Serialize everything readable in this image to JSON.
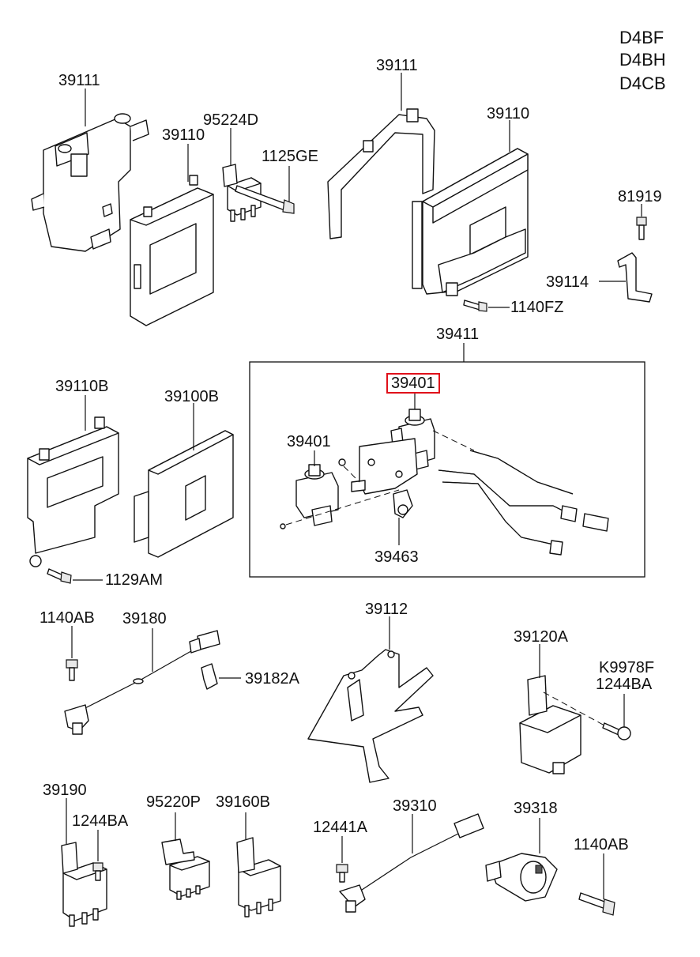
{
  "engine_codes": [
    "D4BF",
    "D4BH",
    "D4CB"
  ],
  "labels": {
    "p39111_left": "39111",
    "p39110_left": "39110",
    "p95224D": "95224D",
    "p1125GE": "1125GE",
    "p39111_right": "39111",
    "p39110_right": "39110",
    "p81919": "81919",
    "p39114": "39114",
    "p1140FZ": "1140FZ",
    "p39411": "39411",
    "p39401_highlight": "39401",
    "p39401_left": "39401",
    "p39463": "39463",
    "p39110B": "39110B",
    "p39100B": "39100B",
    "p1129AM": "1129AM",
    "p1140AB_left": "1140AB",
    "p39180": "39180",
    "p39182A": "39182A",
    "p39112": "39112",
    "p39120A": "39120A",
    "pK9978F": "K9978F",
    "p1244BA_right": "1244BA",
    "p39190": "39190",
    "p1244BA_left": "1244BA",
    "p95220P": "95220P",
    "p39160B": "39160B",
    "p12441A": "12441A",
    "p39310": "39310",
    "p39318": "39318",
    "p1140AB_right": "1140AB"
  },
  "highlight_color": "#e0101a"
}
